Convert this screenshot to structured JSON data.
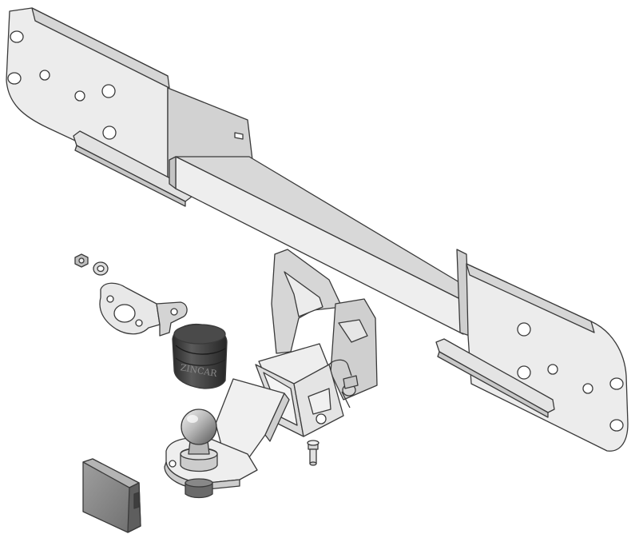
{
  "drawing": {
    "kind": "exploded isometric view",
    "background": "#ffffff",
    "parts": [
      {
        "name": "crossbar",
        "label": ""
      },
      {
        "name": "left-mounting-plate",
        "label": ""
      },
      {
        "name": "right-mounting-plate",
        "label": ""
      },
      {
        "name": "receiver-hitch",
        "label": ""
      },
      {
        "name": "hitch-pin",
        "label": ""
      },
      {
        "name": "bolt",
        "label": ""
      },
      {
        "name": "nut",
        "label": ""
      },
      {
        "name": "washer",
        "label": ""
      },
      {
        "name": "electric-socket-bracket",
        "label": ""
      },
      {
        "name": "towball-cover",
        "label": "ZINCAR"
      },
      {
        "name": "ball-mount",
        "label": ""
      },
      {
        "name": "receiver-cap",
        "label": ""
      }
    ],
    "colors": {
      "metal_light": "#ebebeb",
      "metal_shadow": "#d2d2d2",
      "metal_dark": "#b4b4b4",
      "outline": "#3a3a3a",
      "rubber": "#3c3c3c",
      "rubber_light": "#5a5a5a",
      "cap": "#8a8a8a"
    }
  }
}
